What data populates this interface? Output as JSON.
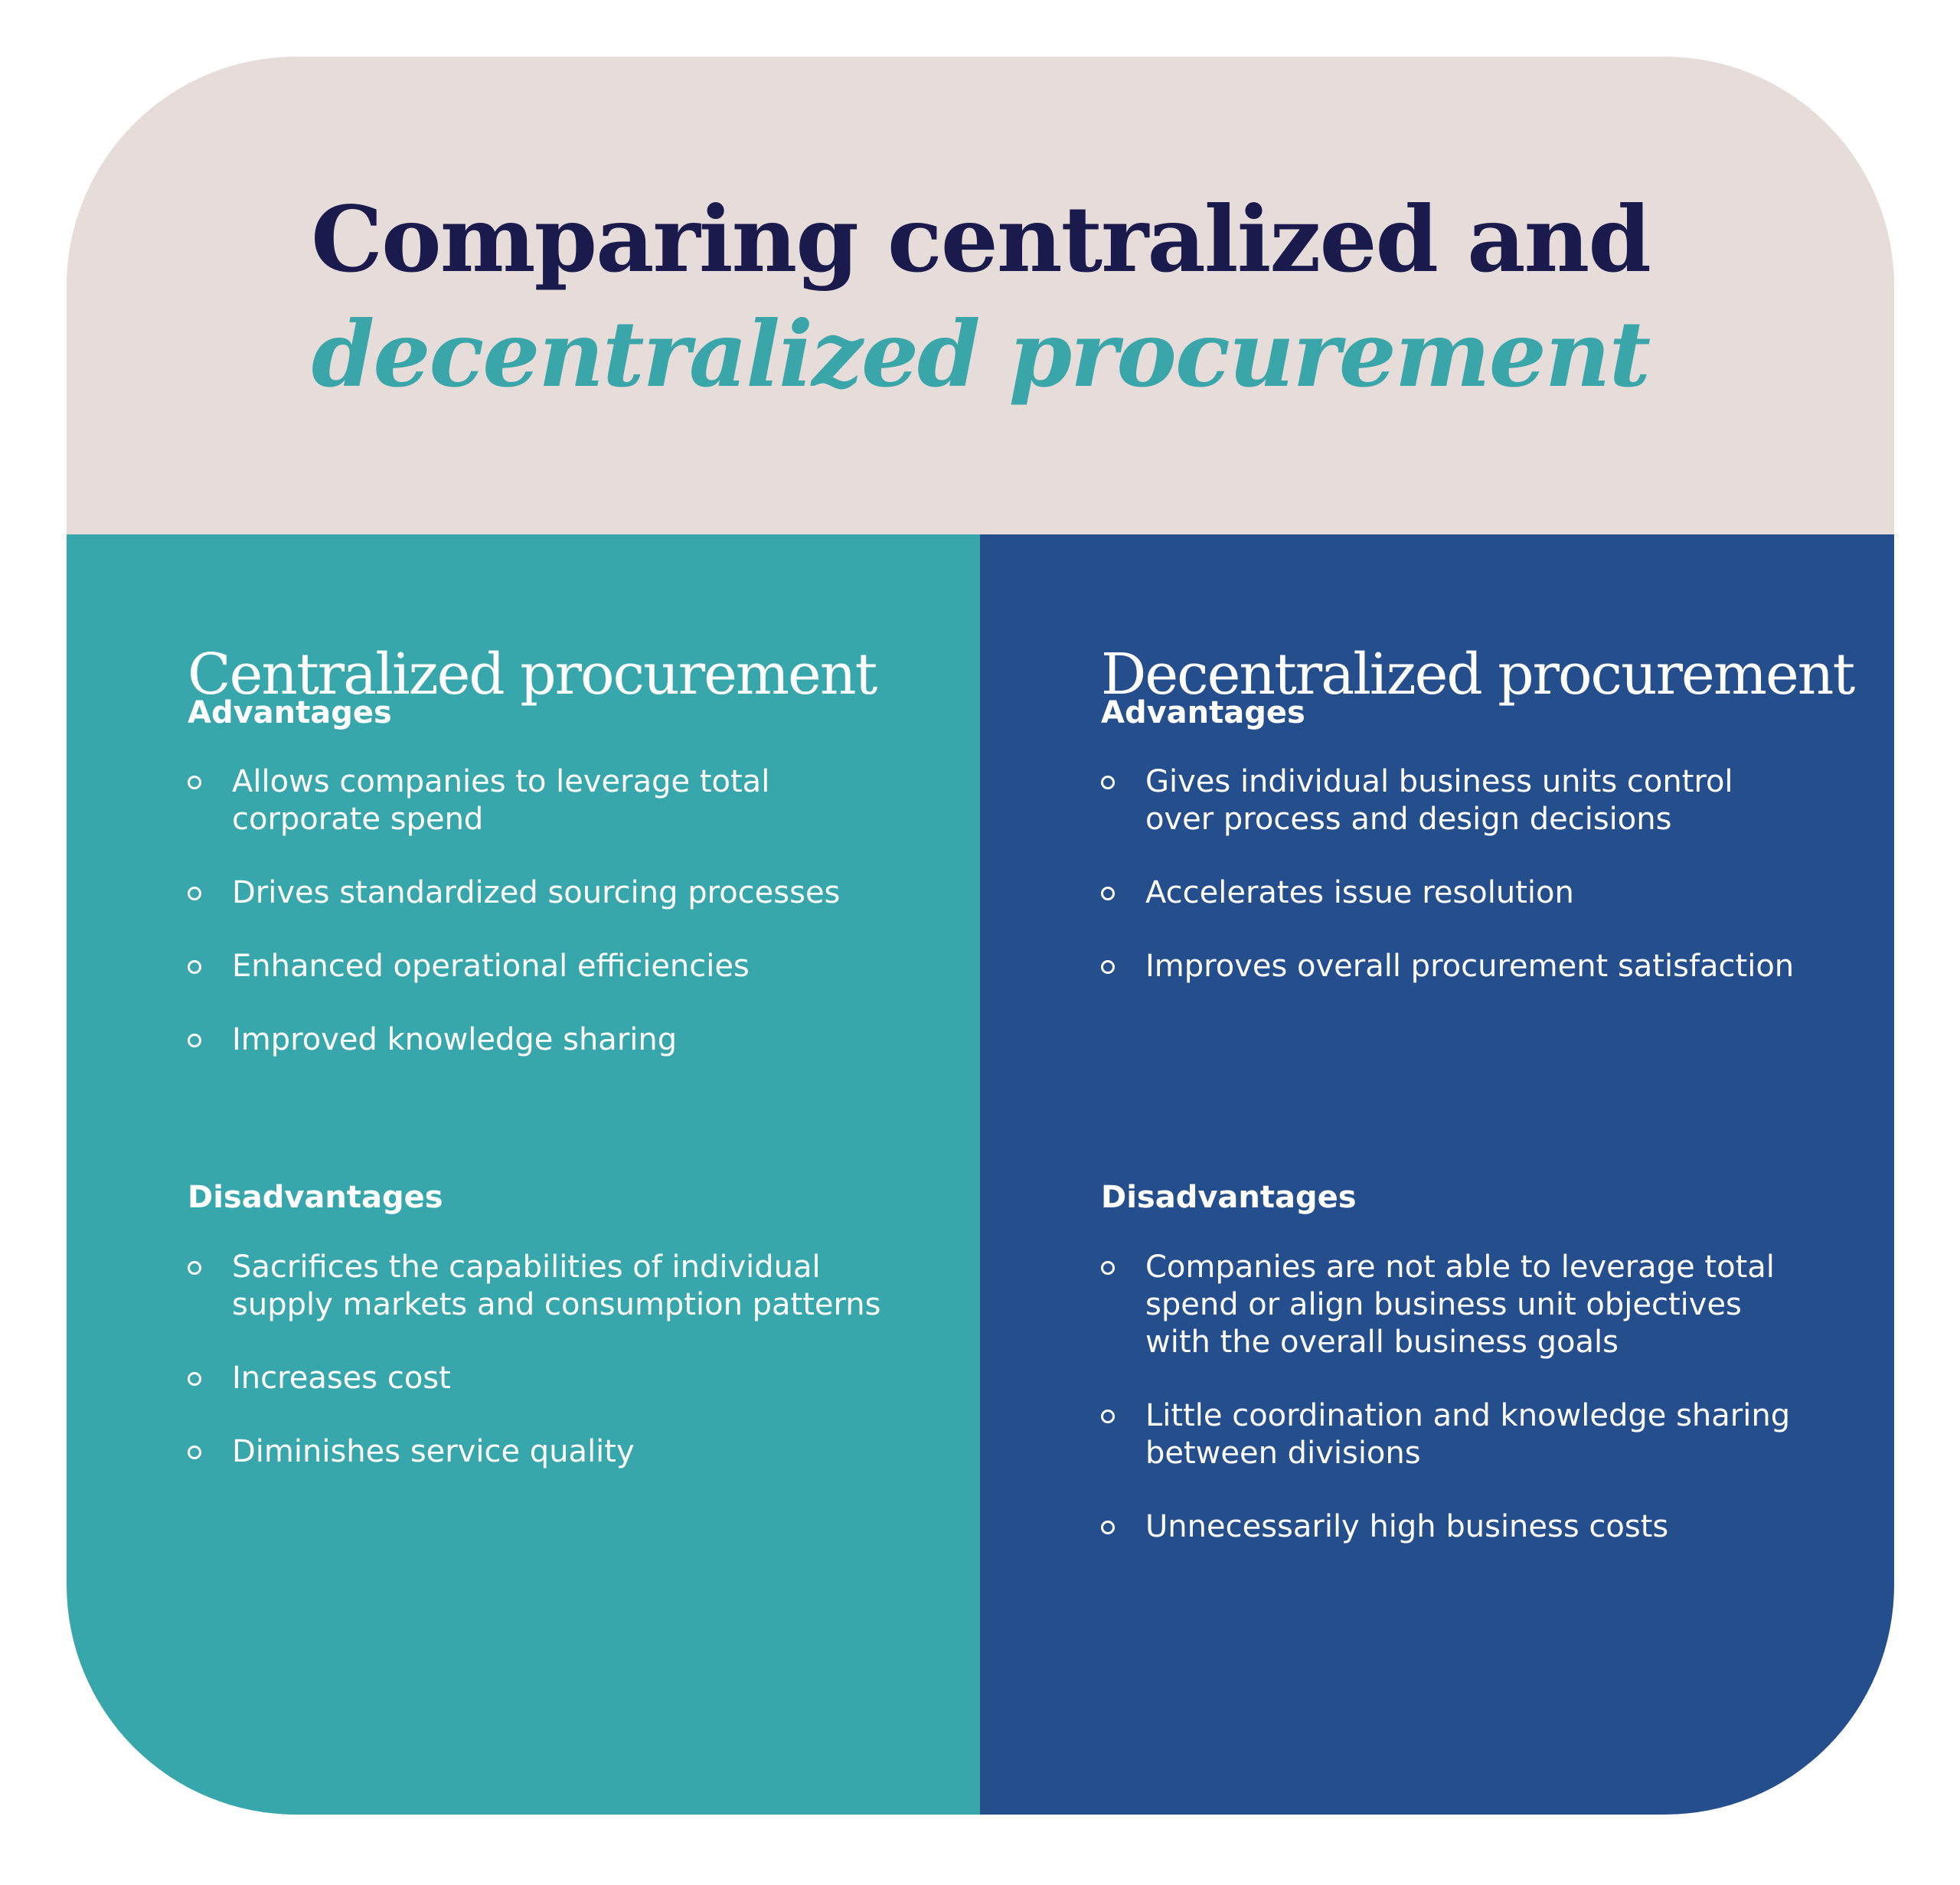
{
  "title": {
    "line1": "Comparing centralized and",
    "line2": "decentralized procurement"
  },
  "colors": {
    "header_bg": "#e6dddb",
    "title_dark": "#1b1a4c",
    "title_accent": "#3aa6a9",
    "left_panel": "#38a7ac",
    "right_panel": "#254e8c",
    "text": "#ffffff"
  },
  "centralized": {
    "title": "Centralized procurement",
    "advantages_label": "Advantages",
    "advantages": [
      "Allows companies to leverage total corporate spend",
      "Drives standardized sourcing processes",
      "Enhanced operational efficiencies",
      "Improved knowledge sharing"
    ],
    "disadvantages_label": "Disadvantages",
    "disadvantages": [
      "Sacrifices the capabilities of individual supply markets and consumption patterns",
      "Increases cost",
      "Diminishes service quality"
    ]
  },
  "decentralized": {
    "title": "Decentralized procurement",
    "advantages_label": "Advantages",
    "advantages": [
      "Gives individual business units control over process and design decisions",
      "Accelerates issue resolution",
      "Improves overall procurement satisfaction"
    ],
    "disadvantages_label": "Disadvantages",
    "disadvantages": [
      "Companies are not able to leverage total spend or align business unit objectives with the overall business goals",
      "Little coordination and knowledge sharing between divisions",
      "Unnecessarily high business costs"
    ]
  }
}
